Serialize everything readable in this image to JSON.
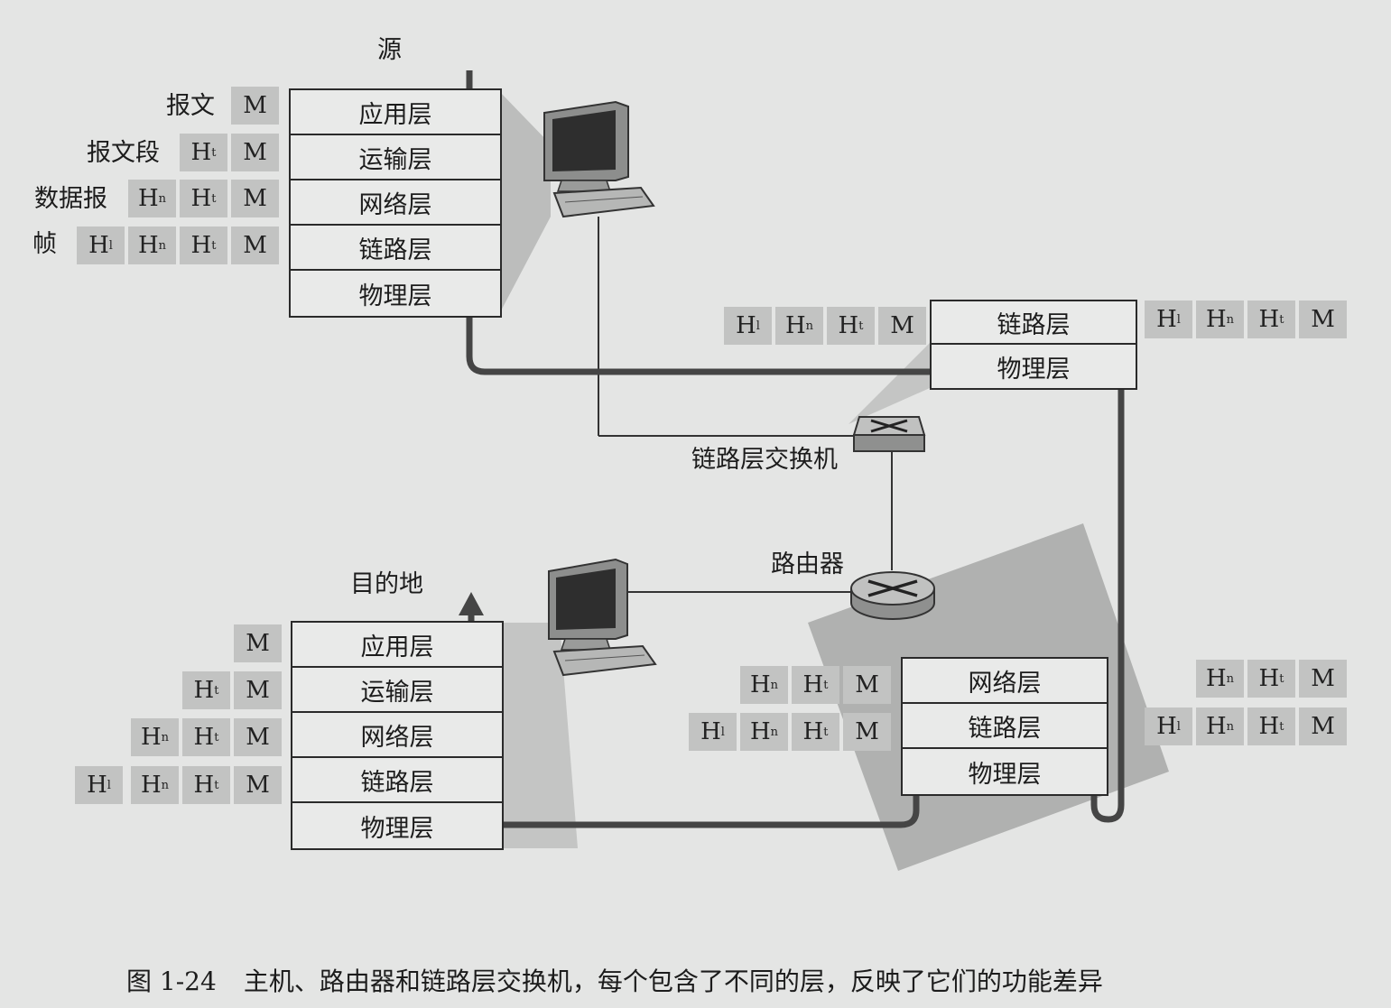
{
  "labels": {
    "source": "源",
    "destination": "目的地",
    "switch": "链路层交换机",
    "router": "路由器"
  },
  "pdu_names": {
    "message": "报文",
    "segment": "报文段",
    "datagram": "数据报",
    "frame": "帧"
  },
  "layers": {
    "application": "应用层",
    "transport": "运输层",
    "network": "网络层",
    "link": "链路层",
    "physical": "物理层"
  },
  "headers": {
    "H": "H",
    "sub_l": "l",
    "sub_n": "n",
    "sub_t": "t",
    "M": "M"
  },
  "caption": {
    "number": "图 1-24",
    "text": "主机、路由器和链路层交换机，每个包含了不同的层，反映了它们的功能差异"
  }
}
